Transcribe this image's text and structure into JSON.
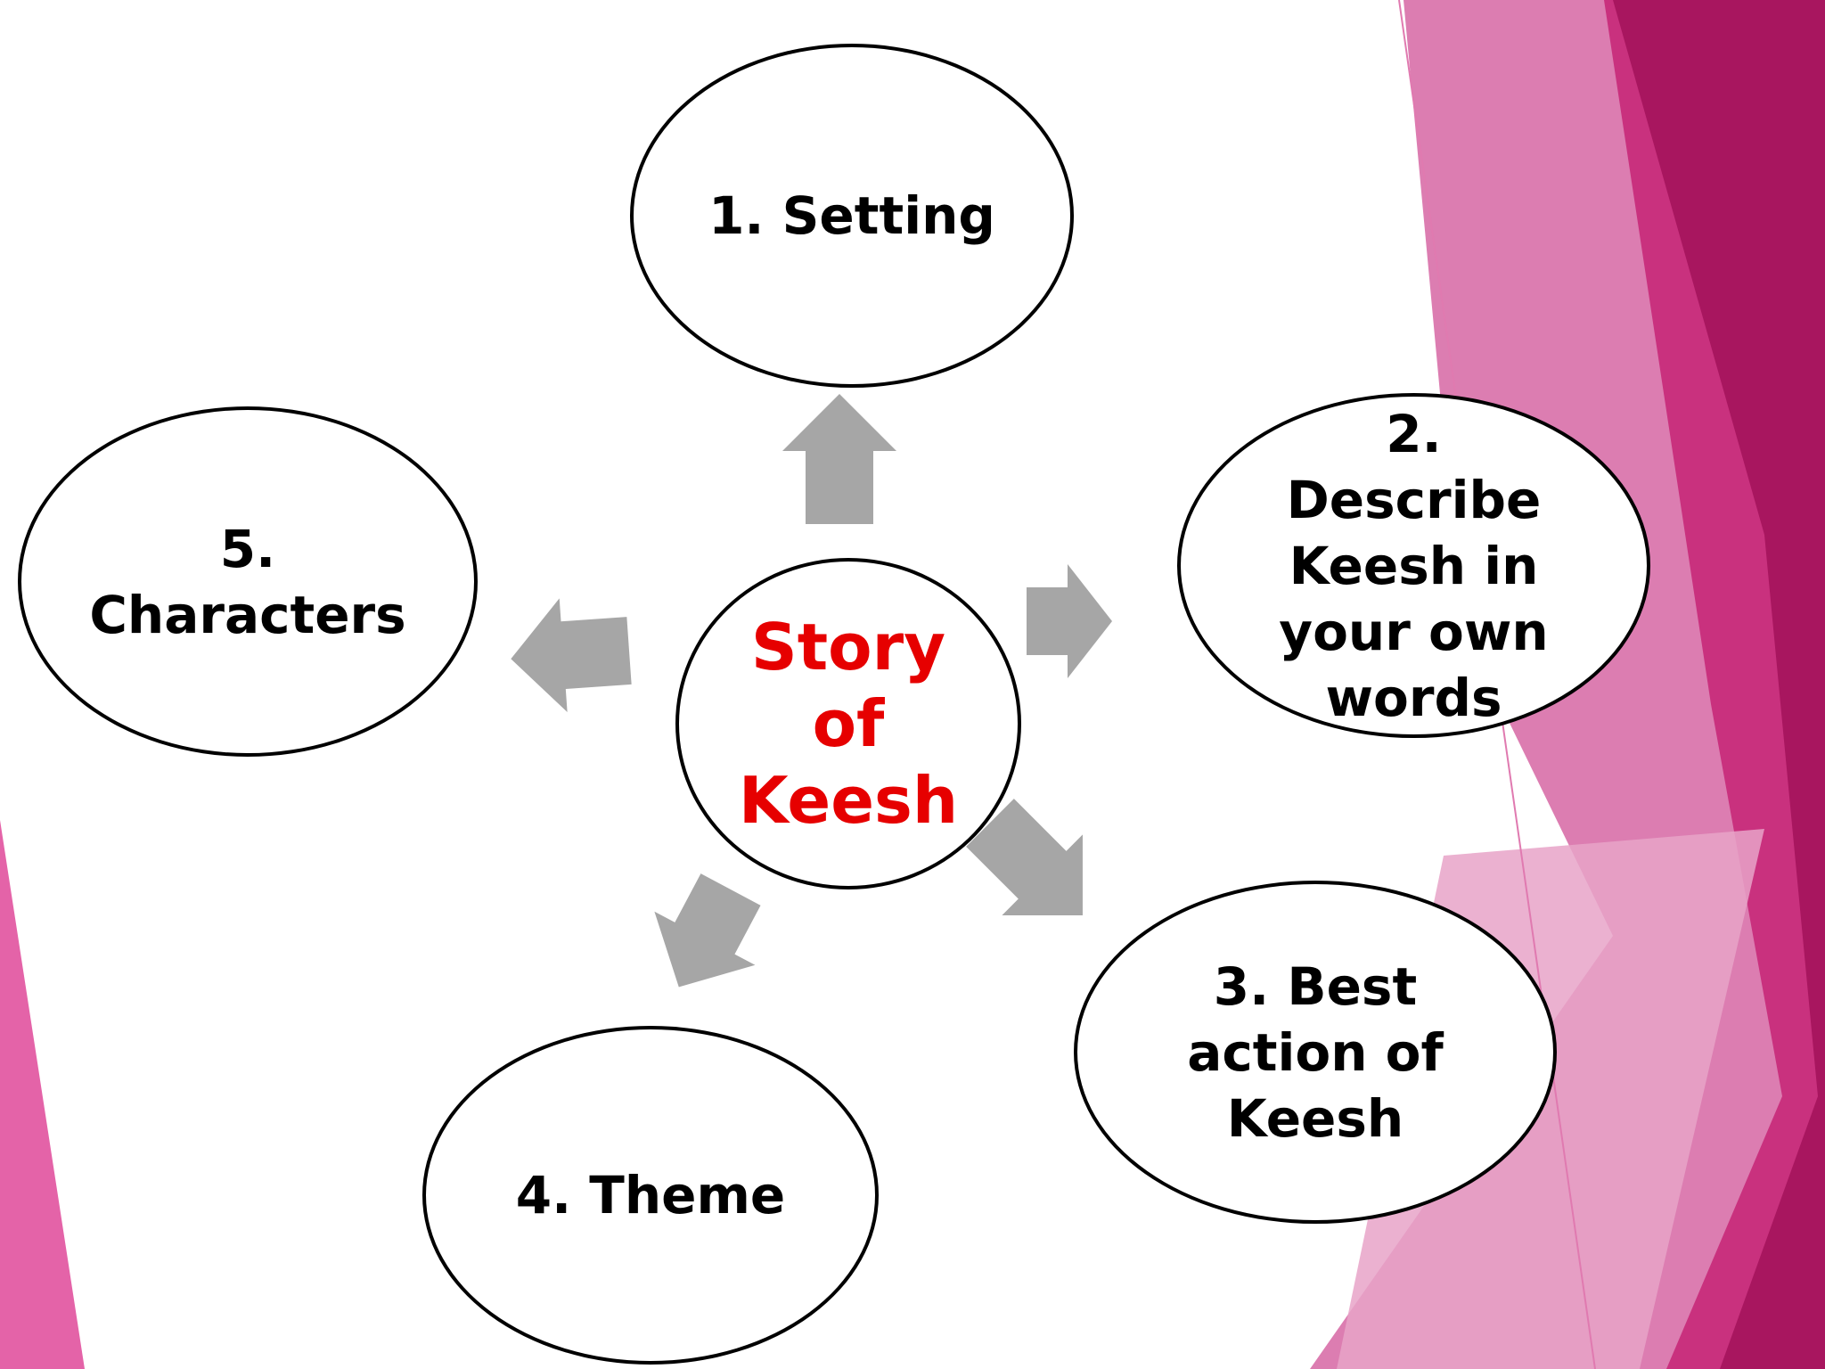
{
  "diagram": {
    "center": {
      "label": "Story\nof\nKeesh",
      "color": "#e60000"
    },
    "nodes": [
      {
        "id": "setting",
        "label": "1. Setting"
      },
      {
        "id": "describe",
        "label": "2.\nDescribe\nKeesh in\nyour own\nwords"
      },
      {
        "id": "best-action",
        "label": "3. Best\naction of\nKeesh"
      },
      {
        "id": "theme",
        "label": "4. Theme"
      },
      {
        "id": "characters",
        "label": "5.\nCharacters"
      }
    ],
    "arrow_color": "#a6a6a6",
    "background_accent_colors": [
      "#d6337f",
      "#b5206b",
      "#e07ab0",
      "#9e1659"
    ]
  }
}
